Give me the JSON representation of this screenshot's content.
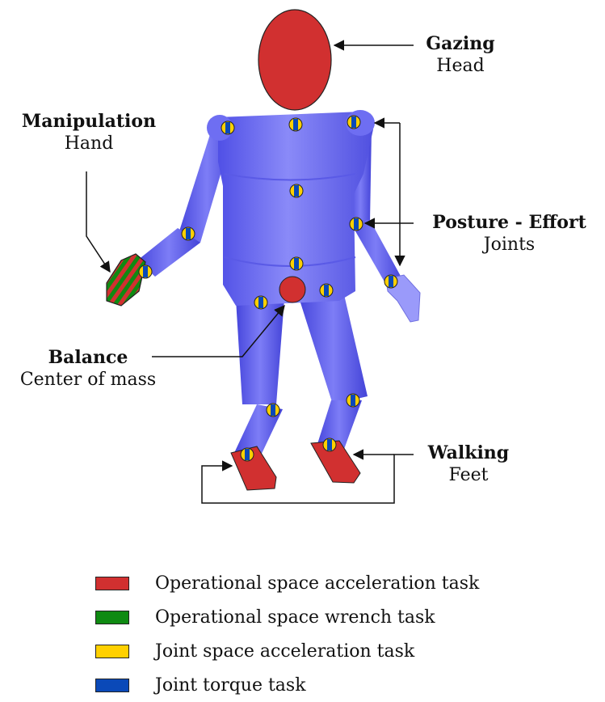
{
  "labels": {
    "gazing": {
      "title": "Gazing",
      "sub": "Head"
    },
    "manipulation": {
      "title": "Manipulation",
      "sub": "Hand"
    },
    "posture": {
      "title": "Posture - Effort",
      "sub": "Joints"
    },
    "balance": {
      "title": "Balance",
      "sub": "Center of mass"
    },
    "walking": {
      "title": "Walking",
      "sub": "Feet"
    }
  },
  "legend": [
    {
      "label": "Operational space acceleration task",
      "color": "#d13030"
    },
    {
      "label": "Operational space wrench task",
      "color": "#0f8a12"
    },
    {
      "label": "Joint space acceleration task",
      "color": "#ffd000"
    },
    {
      "label": "Joint torque task",
      "color": "#0a49b8"
    }
  ],
  "colors": {
    "body": "#6f6ff2",
    "body_dark": "#4040d8",
    "operational_acceleration": "#d13030",
    "operational_wrench": "#0f8a12",
    "joint_acceleration": "#ffd000",
    "joint_torque": "#0a49b8"
  }
}
